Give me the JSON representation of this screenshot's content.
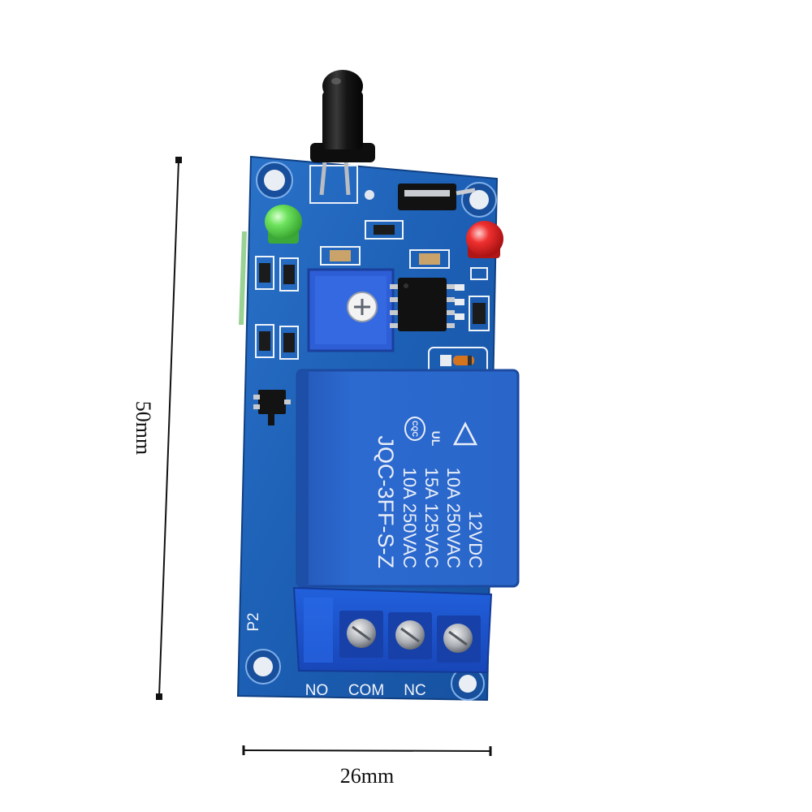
{
  "dimensions": {
    "height_label": "50mm",
    "width_label": "26mm"
  },
  "board": {
    "label": "P2",
    "terminals": [
      "NO",
      "COM",
      "NC"
    ],
    "color": "#1f62b8"
  },
  "relay": {
    "ratings": [
      "12VDC",
      "10A 250VAC",
      "15A 125VAC",
      "10A 250VAC"
    ],
    "model": "JQC-3FF-S-Z",
    "marks": [
      "CQC",
      "UL"
    ],
    "color": "#2a66c9"
  },
  "leds": {
    "power_color": "#52d046",
    "output_color": "#e21b1b"
  }
}
